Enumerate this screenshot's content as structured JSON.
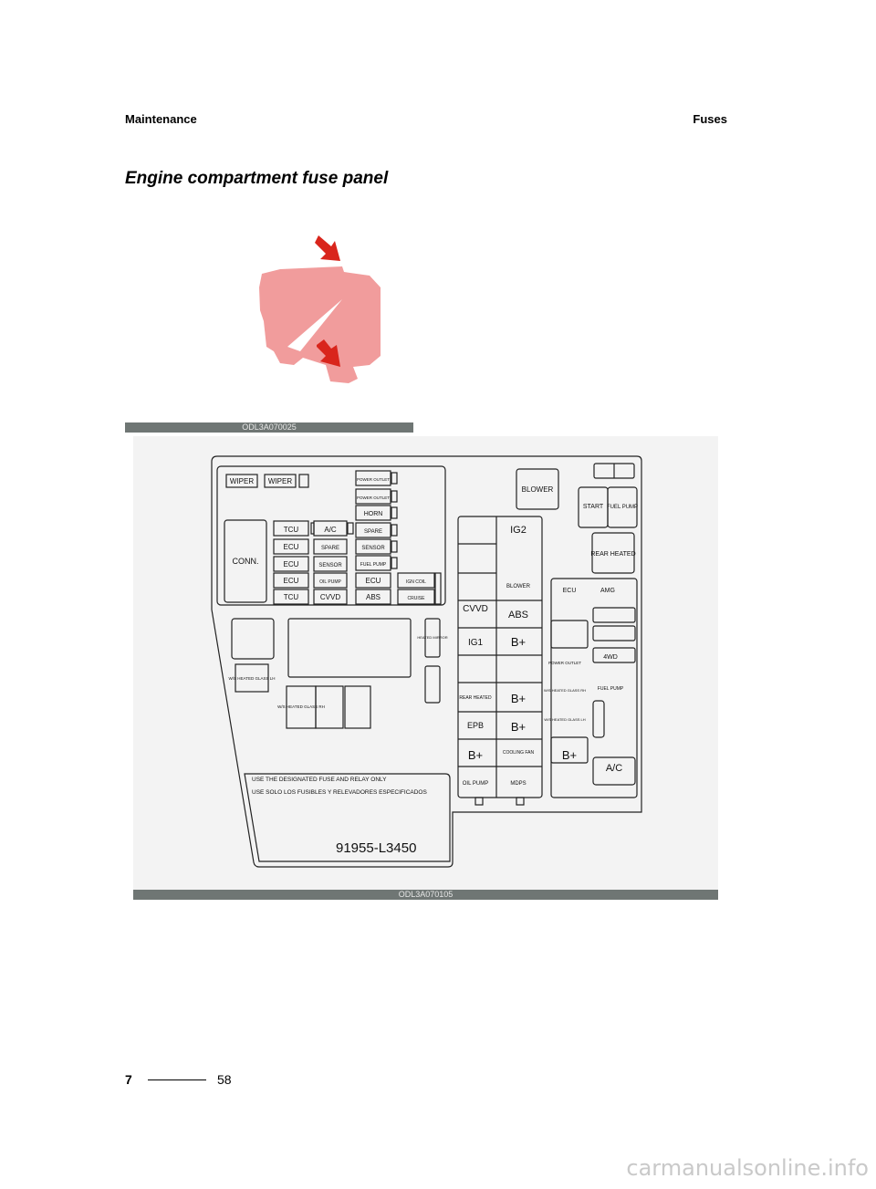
{
  "header": {
    "section": "Maintenance",
    "topic": "Fuses"
  },
  "title": "Engine compartment fuse panel",
  "photo": {
    "caption": "ODL3A070025"
  },
  "diagram": {
    "caption": "ODL3A070105",
    "left_panel": {
      "wiper1": "WIPER",
      "wiper2": "WIPER",
      "conn": "CONN.",
      "col1": [
        "TCU",
        "ECU",
        "ECU",
        "ECU",
        "TCU"
      ],
      "col2": [
        "A/C",
        "SPARE",
        "SENSOR",
        "OIL PUMP",
        "CVVD"
      ],
      "col3": [
        "POWER OUTLET",
        "POWER OUTLET",
        "HORN",
        "SPARE",
        "SENSOR",
        "FUEL PUMP",
        "ECU",
        "ABS"
      ],
      "ign": "IGN COIL",
      "cruise": "CRUISE",
      "heated_mirror": "HEATED MIRROR",
      "ws_lh": "W/S HEATED GLASS LH",
      "ws_rh": "W/S HEATED GLASS RH"
    },
    "center": {
      "blower_relay": "BLOWER",
      "ig2": "IG2",
      "blower": "BLOWER",
      "cvvd": "CVVD",
      "abs": "ABS",
      "ig1": "IG1",
      "b_plus": "B+",
      "rear_heated_fuse": "REAR HEATED",
      "epb": "EPB",
      "cooling_fan": "COOLING FAN",
      "oil_pump": "OIL PUMP",
      "mdps": "MDPS"
    },
    "right": {
      "start": "START",
      "fuel_pump_relay": "FUEL PUMP",
      "rear_heated": "REAR HEATED",
      "ecu": "ECU",
      "amg": "AMG",
      "power_outlet": "POWER OUTLET",
      "ws_rh": "W/S HEATED GLASS RH",
      "ws_lh": "W/S HEATED GLASS LH",
      "fourwd": "4WD",
      "fuel_pump": "FUEL PUMP",
      "ac": "A/C"
    },
    "notice": {
      "line1": "USE THE DESIGNATED FUSE AND RELAY ONLY",
      "line2": "USE SOLO LOS FUSIBLES Y RELEVADORES ESPECIFICADOS"
    },
    "part_number": "91955-L3450"
  },
  "footer": {
    "chapter": "7",
    "page": "58"
  },
  "watermark": "carmanualsonline.info"
}
